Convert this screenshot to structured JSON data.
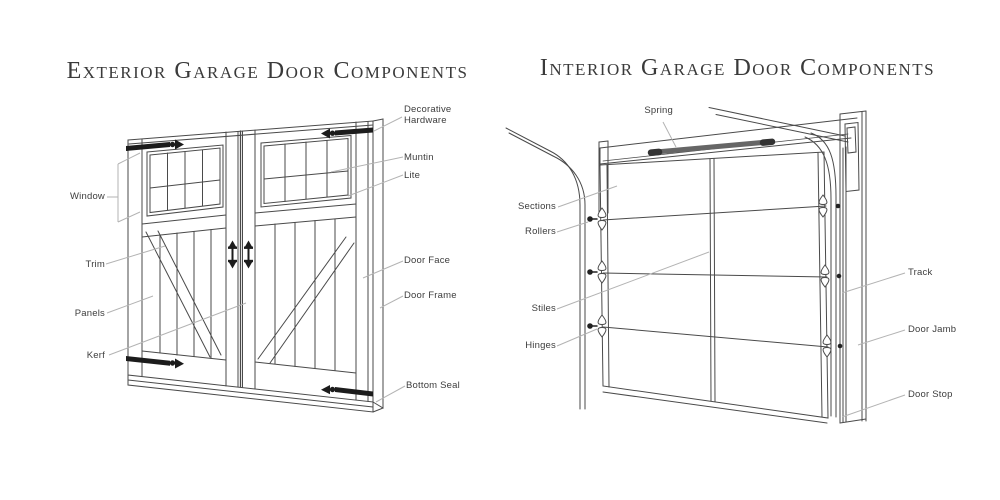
{
  "exterior": {
    "title": "Exterior Garage Door Components",
    "labels": {
      "window": "Window",
      "trim": "Trim",
      "panels": "Panels",
      "kerf": "Kerf",
      "decorative_hardware": "Decorative Hardware",
      "muntin": "Muntin",
      "lite": "Lite",
      "door_face": "Door Face",
      "door_frame": "Door Frame",
      "bottom_seal": "Bottom Seal"
    }
  },
  "interior": {
    "title": "Interior Garage Door Components",
    "labels": {
      "spring": "Spring",
      "sections": "Sections",
      "rollers": "Rollers",
      "stiles": "Stiles",
      "hinges": "Hinges",
      "track": "Track",
      "door_jamb": "Door Jamb",
      "door_stop": "Door Stop"
    }
  },
  "colors": {
    "line": "#4a4a4a",
    "leader_line": "#b3b3b3",
    "hardware_black": "#1c1c1c",
    "spring_gray": "#666666"
  }
}
